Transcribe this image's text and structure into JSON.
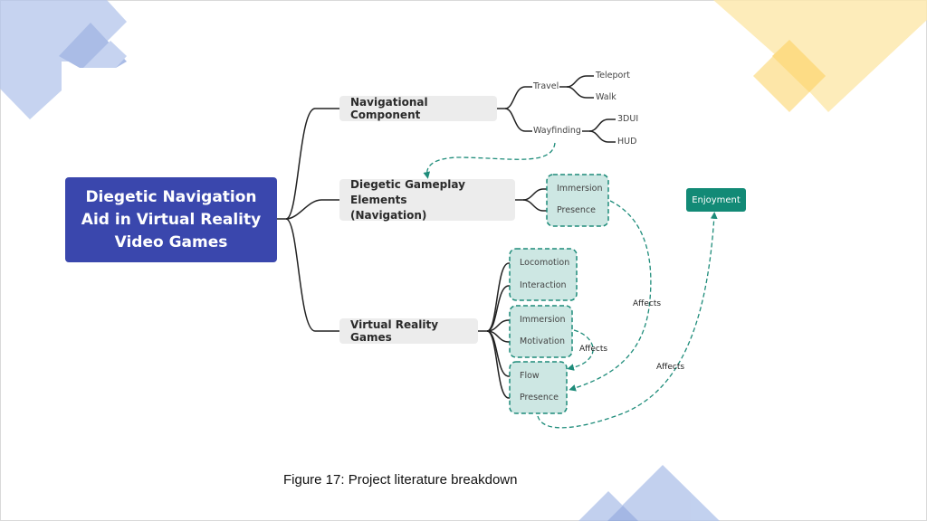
{
  "root": {
    "label": "Diegetic Navigation\nAid in Virtual Reality\nVideo Games"
  },
  "branches": [
    {
      "label": "Navigational Component",
      "children": [
        {
          "label": "Travel",
          "children": [
            "Teleport",
            "Walk"
          ]
        },
        {
          "label": "Wayfinding",
          "children": [
            "3DUI",
            "HUD"
          ]
        }
      ]
    },
    {
      "label": "Diegetic Gameplay Elements\n(Navigation)",
      "children": [
        "Immersion",
        "Presence"
      ]
    },
    {
      "label": "Virtual Reality Games",
      "groups": [
        [
          "Locomotion",
          "Interaction"
        ],
        [
          "Immersion",
          "Motivation"
        ],
        [
          "Flow",
          "Presence"
        ]
      ]
    }
  ],
  "outcome": {
    "label": "Enjoyment"
  },
  "relations": [
    {
      "from": "Wayfinding",
      "to": "Diegetic Gameplay Elements (Navigation)",
      "label": ""
    },
    {
      "from": "Diegetic Gameplay Elements group",
      "to": "Flow/Presence group",
      "label": "Affects"
    },
    {
      "from": "Immersion/Motivation group",
      "to": "Flow/Presence group",
      "label": "Affects"
    },
    {
      "from": "Flow/Presence group",
      "to": "Enjoyment",
      "label": "Affects"
    }
  ],
  "caption": "Figure 17: Project literature breakdown",
  "colors": {
    "root": "#3a47ad",
    "main_node": "#ececec",
    "group_fill": "#cde7e3",
    "group_border": "#1e8c7a",
    "outcome": "#128a76",
    "deco_blue": "#b8c8ec",
    "deco_yellow": "#fde7a6"
  }
}
